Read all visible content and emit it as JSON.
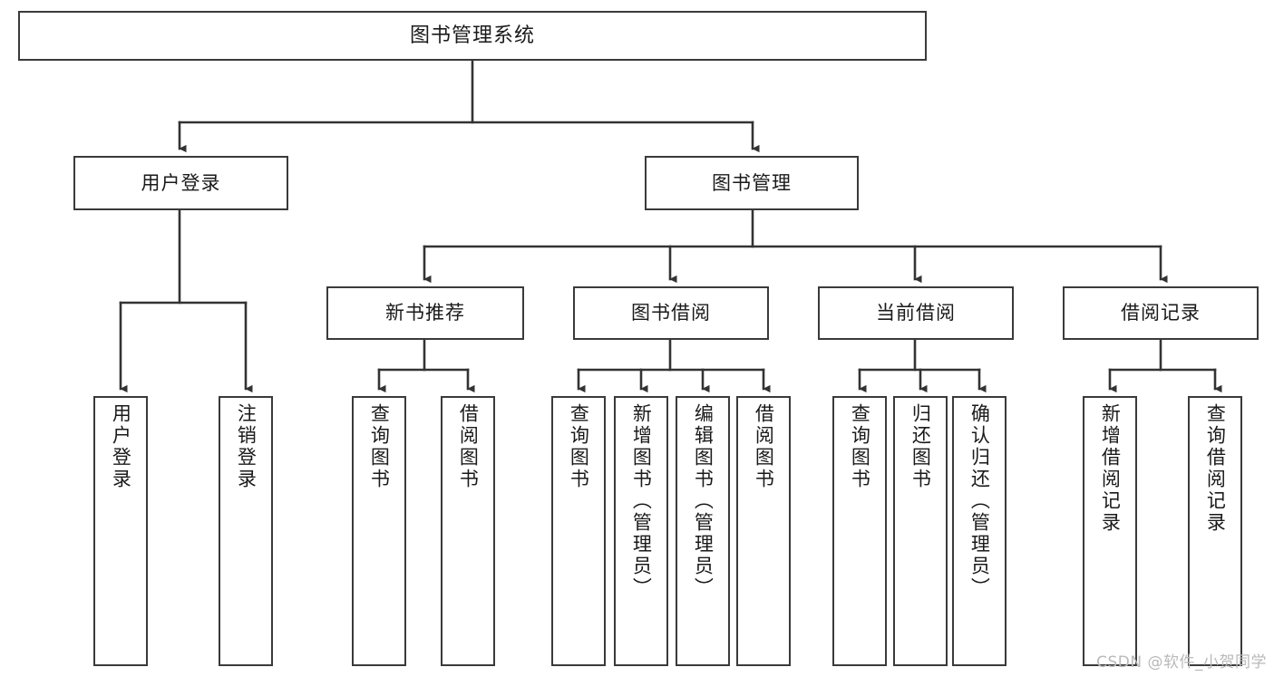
{
  "diagram": {
    "title": "图书管理系统",
    "type": "tree",
    "root": {
      "id": "root",
      "label": "图书管理系统"
    },
    "level1": [
      {
        "id": "user-login",
        "label": "用户登录"
      },
      {
        "id": "book-manage",
        "label": "图书管理"
      }
    ],
    "level2": [
      {
        "id": "new-book-recommend",
        "label": "新书推荐",
        "parent": "book-manage"
      },
      {
        "id": "book-borrow",
        "label": "图书借阅",
        "parent": "book-manage"
      },
      {
        "id": "current-borrow",
        "label": "当前借阅",
        "parent": "book-manage"
      },
      {
        "id": "borrow-record",
        "label": "借阅记录",
        "parent": "book-manage"
      }
    ],
    "leaves": {
      "user-login": [
        {
          "id": "leaf-user-login",
          "label": "用户登录"
        },
        {
          "id": "leaf-user-logout",
          "label": "注销登录"
        }
      ],
      "new-book-recommend": [
        {
          "id": "leaf-query-book-1",
          "label": "查询图书"
        },
        {
          "id": "leaf-borrow-book-1",
          "label": "借阅图书"
        }
      ],
      "book-borrow": [
        {
          "id": "leaf-query-book-2",
          "label": "查询图书"
        },
        {
          "id": "leaf-add-book",
          "label": "新增图书（管理员）"
        },
        {
          "id": "leaf-edit-book",
          "label": "编辑图书（管理员）"
        },
        {
          "id": "leaf-borrow-book-2",
          "label": "借阅图书"
        }
      ],
      "current-borrow": [
        {
          "id": "leaf-query-book-3",
          "label": "查询图书"
        },
        {
          "id": "leaf-return-book",
          "label": "归还图书"
        },
        {
          "id": "leaf-confirm-return",
          "label": "确认归还（管理员）"
        }
      ],
      "borrow-record": [
        {
          "id": "leaf-add-record",
          "label": "新增借阅记录"
        },
        {
          "id": "leaf-query-record",
          "label": "查询借阅记录"
        }
      ]
    },
    "colors": {
      "background": "#ffffff",
      "box_border": "#3a3a3a",
      "box_fill": "#ffffff",
      "connector": "#333333",
      "text": "#1a1a1a",
      "watermark": "#b9b9b9"
    }
  },
  "watermark": {
    "text": "CSDN @软件_小贺同学"
  }
}
